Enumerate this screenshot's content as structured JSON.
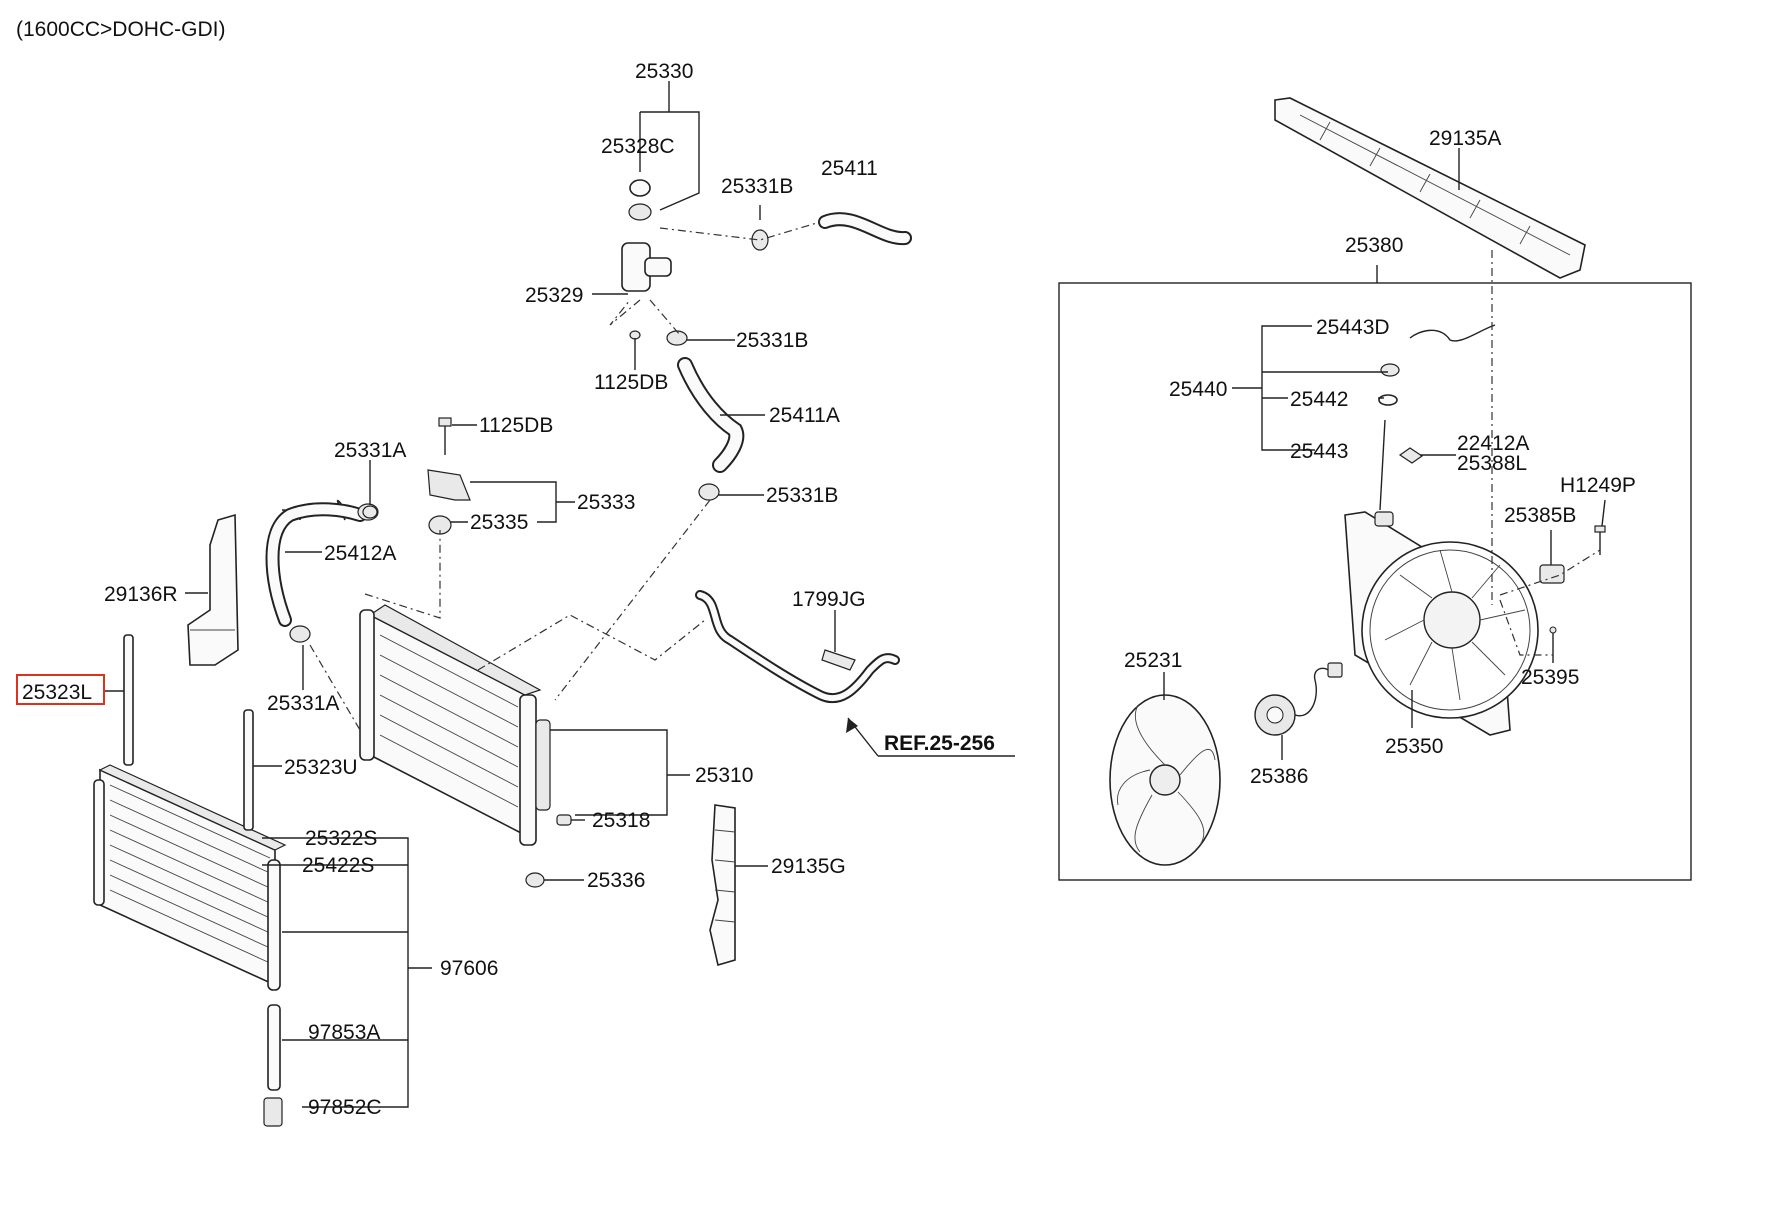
{
  "header": {
    "engine": "(1600CC>DOHC-GDI)"
  },
  "reference": "REF.25-256",
  "selected_part": "25323L",
  "parts": {
    "p25330": "25330",
    "p25328C": "25328C",
    "p25411": "25411",
    "p25331B_a": "25331B",
    "p25329": "25329",
    "p25331B_b": "25331B",
    "p1125DB_a": "1125DB",
    "p25411A": "25411A",
    "p1125DB_b": "1125DB",
    "p25331A_a": "25331A",
    "p25333": "25333",
    "p25335": "25335",
    "p25331B_c": "25331B",
    "p25412A": "25412A",
    "p29136R": "29136R",
    "p1799JG": "1799JG",
    "p25323L": "25323L",
    "p25331A_b": "25331A",
    "p25323U": "25323U",
    "p25310": "25310",
    "p25318": "25318",
    "p25322S": "25322S",
    "p25422S": "25422S",
    "p29135G": "29135G",
    "p25336": "25336",
    "p97606": "97606",
    "p97853A": "97853A",
    "p97852C": "97852C",
    "p29135A": "29135A",
    "p25380": "25380",
    "p25443D": "25443D",
    "p25440": "25440",
    "p25442": "25442",
    "p22412A": "22412A",
    "p25443": "25443",
    "p25388L": "25388L",
    "pH1249P": "H1249P",
    "p25385B": "25385B",
    "p25231": "25231",
    "p25395": "25395",
    "p25350": "25350",
    "p25386": "25386"
  }
}
